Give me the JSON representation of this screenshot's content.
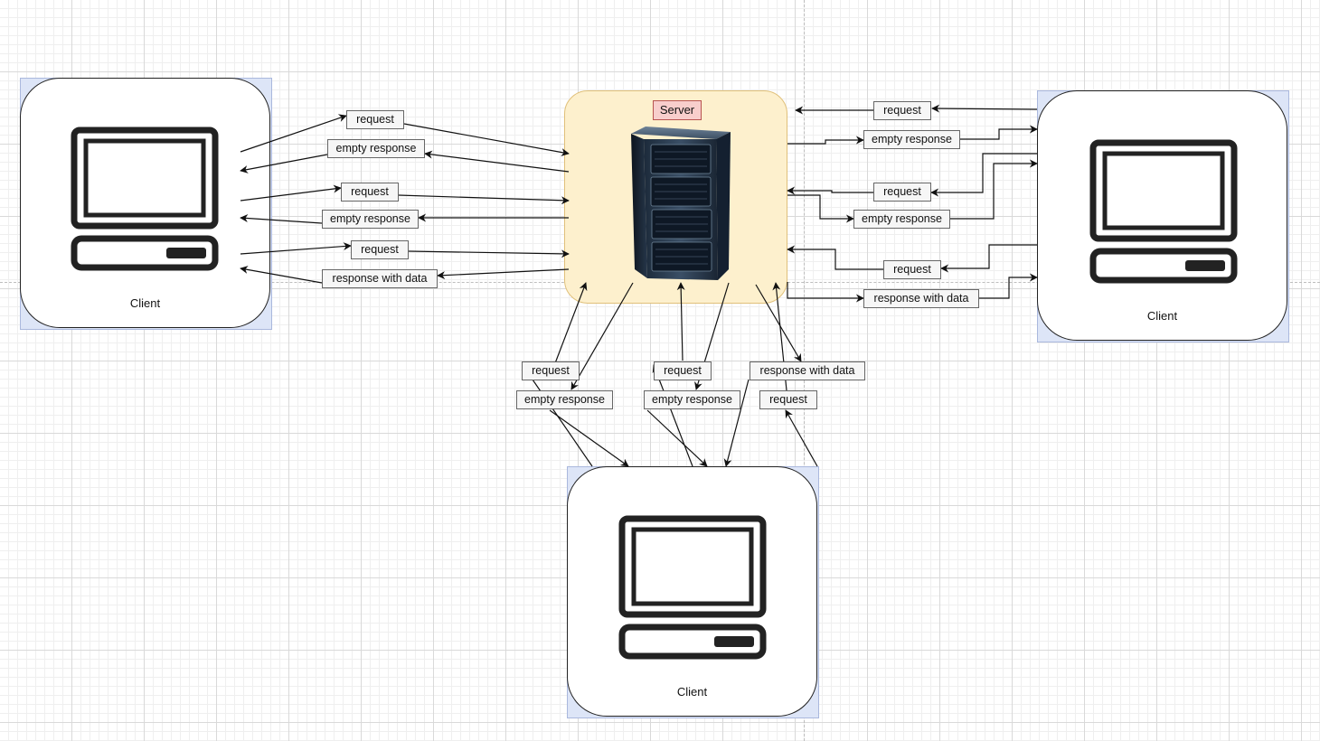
{
  "nodes": {
    "server": {
      "label": "Server"
    },
    "client_left": {
      "label": "Client"
    },
    "client_right": {
      "label": "Client"
    },
    "client_bottom": {
      "label": "Client"
    }
  },
  "edge_labels": {
    "left_request_1": "request",
    "left_empty_response_1": "empty response",
    "left_request_2": "request",
    "left_empty_response_2": "empty response",
    "left_request_3": "request",
    "left_response_with_data": "response with data",
    "right_request_1": "request",
    "right_empty_response_1": "empty response",
    "right_request_2": "request",
    "right_empty_response_2": "empty response",
    "right_request_3": "request",
    "right_response_with_data": "response with data",
    "bottom_request_1": "request",
    "bottom_empty_response_1": "empty response",
    "bottom_request_2": "request",
    "bottom_empty_response_2": "empty response",
    "bottom_response_with_data": "response with data",
    "bottom_request_3": "request"
  },
  "icons": {
    "client": "computer-icon",
    "server": "server-rack-icon"
  },
  "colors": {
    "server_fill": "#fdf0cd",
    "server_label_fill": "#f8cecc",
    "selection_fill": "#dde5f7"
  }
}
